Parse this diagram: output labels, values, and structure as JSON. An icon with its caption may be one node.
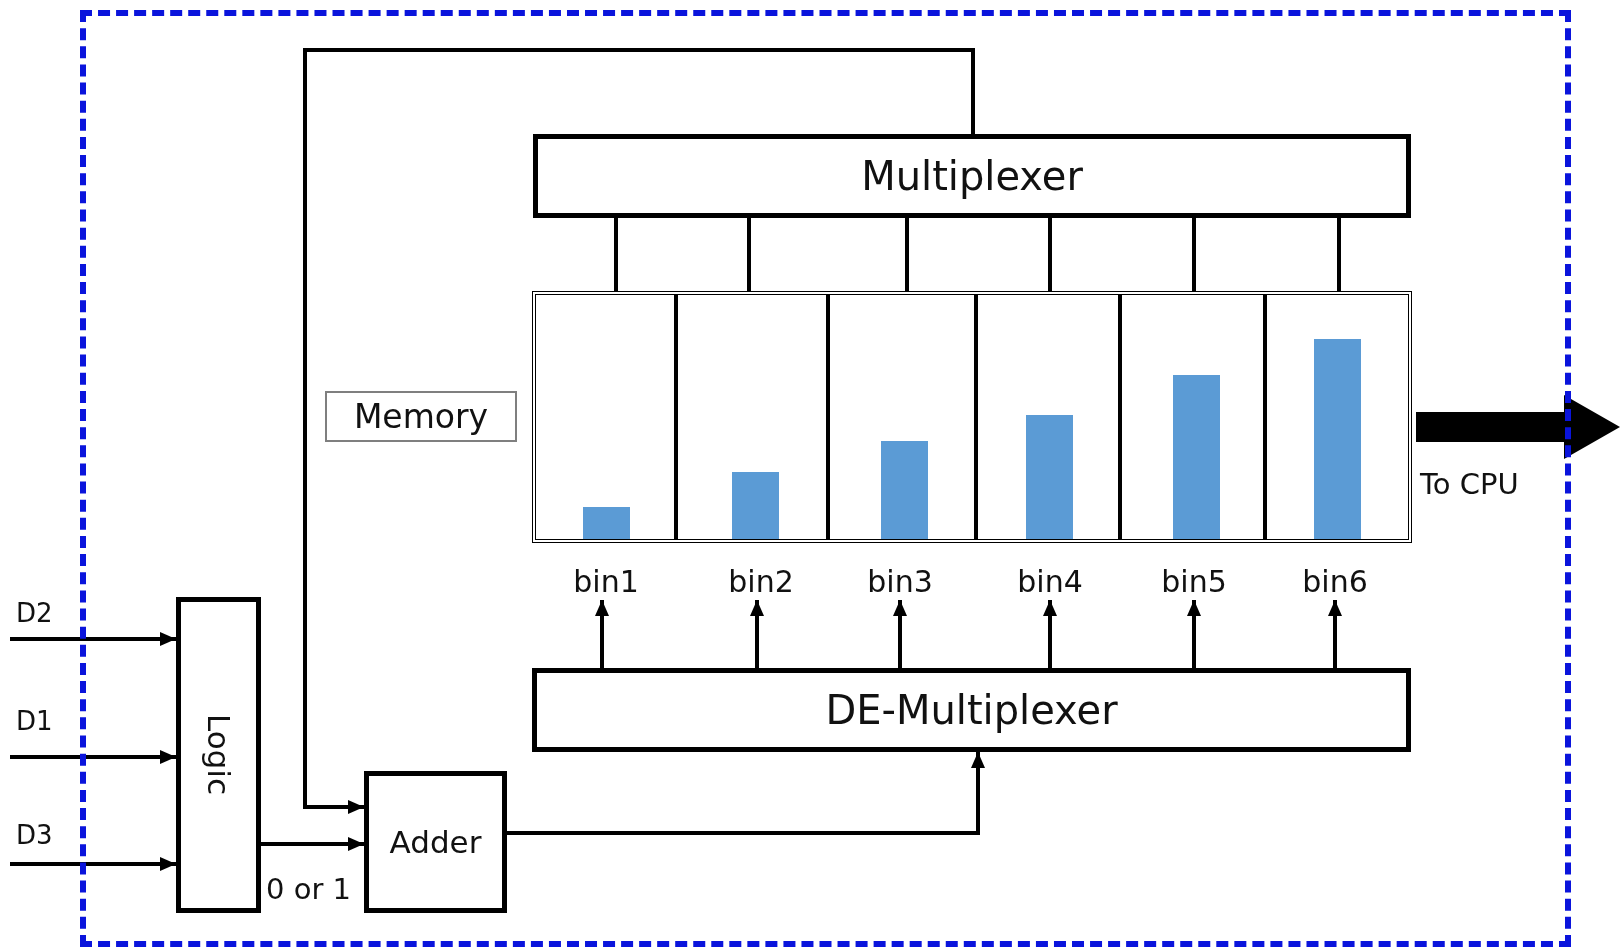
{
  "diagram": {
    "nodes": [
      {
        "text": [],
        "shape": "box"
      },
      {
        "text": [
          "Multiplexer"
        ],
        "in": 0
      },
      {
        "text": [
          "Memory"
        ],
        "in": 0
      },
      {
        "text": [],
        "shape": "box",
        "in": 0
      },
      {
        "text": [],
        "shape": "box",
        "in": 3
      },
      {
        "text": [],
        "shape": "box",
        "in": 3
      },
      {
        "text": [],
        "shape": "box",
        "in": 3
      },
      {
        "text": [],
        "shape": "box",
        "in": 3
      },
      {
        "text": [],
        "shape": "box",
        "in": 3
      },
      {
        "text": [],
        "shape": "box",
        "in": 3
      },
      {
        "text": [
          "bin1"
        ],
        "in": 0
      },
      {
        "text": [
          "bin2"
        ],
        "in": 0
      },
      {
        "text": [
          "bin3"
        ],
        "in": 0
      },
      {
        "text": [
          "bin4"
        ],
        "in": 0
      },
      {
        "text": [
          "bin5"
        ],
        "in": 0
      },
      {
        "text": [
          "bin6"
        ],
        "in": 0
      },
      {
        "text": [
          "DE-Multiplexer"
        ],
        "in": 0
      },
      {
        "text": [
          "D2"
        ]
      },
      {
        "text": [
          "D1"
        ]
      },
      {
        "text": [
          "D3"
        ]
      },
      {
        "text": [
          "Logic"
        ],
        "in": 0
      },
      {
        "text": [
          "Adder"
        ],
        "in": 0
      },
      {
        "text": [],
        "shape": "bar",
        "in": 4
      },
      {
        "text": [],
        "shape": "bar",
        "in": 5
      },
      {
        "text": [],
        "shape": "bar",
        "in": 6
      },
      {
        "text": [],
        "shape": "bar",
        "in": 7
      },
      {
        "text": [],
        "shape": "bar",
        "in": 8
      },
      {
        "text": [],
        "shape": "bar",
        "in": 9
      }
    ],
    "edges": [
      {
        "from": 1,
        "to": 4,
        "arrow": "none"
      },
      {
        "from": 1,
        "to": 5,
        "arrow": "none"
      },
      {
        "from": 1,
        "to": 6,
        "arrow": "none"
      },
      {
        "from": 1,
        "to": 7,
        "arrow": "none"
      },
      {
        "from": 1,
        "to": 8,
        "arrow": "none"
      },
      {
        "from": 1,
        "to": 9,
        "arrow": "none"
      },
      {
        "from": 16,
        "to": 10,
        "arrow": "to"
      },
      {
        "from": 16,
        "to": 11,
        "arrow": "to"
      },
      {
        "from": 16,
        "to": 12,
        "arrow": "to"
      },
      {
        "from": 16,
        "to": 13,
        "arrow": "to"
      },
      {
        "from": 16,
        "to": 14,
        "arrow": "to"
      },
      {
        "from": 16,
        "to": 15,
        "arrow": "to"
      },
      {
        "from": 17,
        "to": 20,
        "arrow": "to"
      },
      {
        "from": 18,
        "to": 20,
        "arrow": "to"
      },
      {
        "from": 19,
        "to": 20,
        "arrow": "to"
      },
      {
        "from": 20,
        "to": 21,
        "arrow": "to",
        "label": "0 or 1"
      },
      {
        "from": 1,
        "to": 21,
        "arrow": "to"
      },
      {
        "from": 21,
        "to": 16,
        "arrow": "to"
      },
      {
        "from": 3,
        "to": null,
        "arrow": "to",
        "style": "thick",
        "label": "To CPU"
      }
    ]
  }
}
